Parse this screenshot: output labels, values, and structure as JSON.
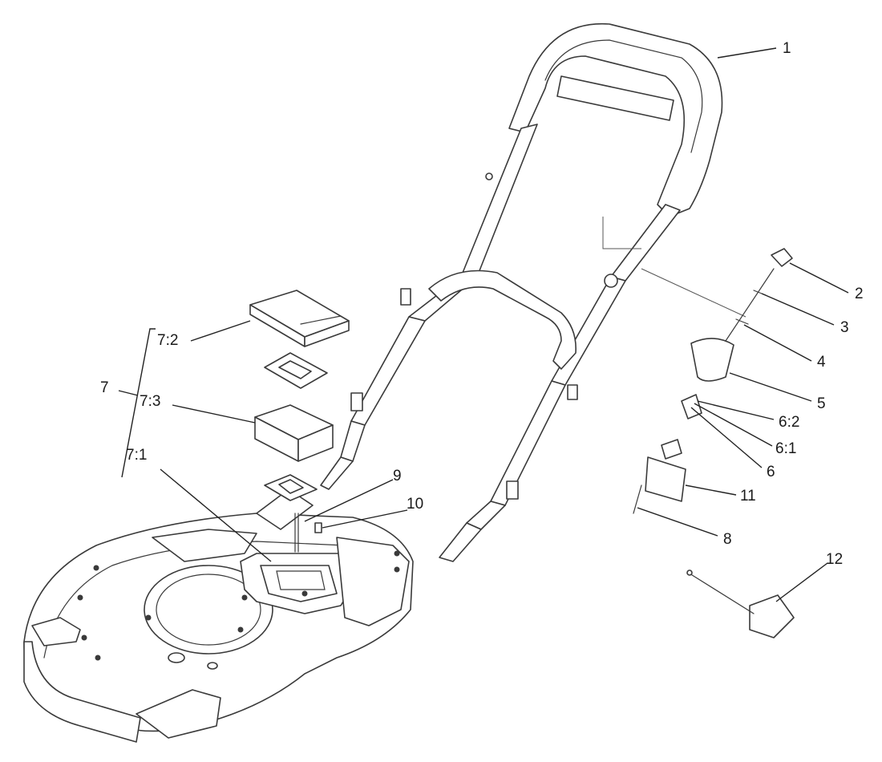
{
  "callouts": {
    "c1": "1",
    "c2": "2",
    "c3": "3",
    "c4": "4",
    "c5": "5",
    "c6": "6",
    "c6_1": "6:1",
    "c6_2": "6:2",
    "c7": "7",
    "c7_1": "7:1",
    "c7_2": "7:2",
    "c7_3": "7:3",
    "c8": "8",
    "c9": "9",
    "c10": "10",
    "c11": "11",
    "c12": "12"
  },
  "colors": {
    "line": "#3a3a3a",
    "background": "#ffffff"
  }
}
